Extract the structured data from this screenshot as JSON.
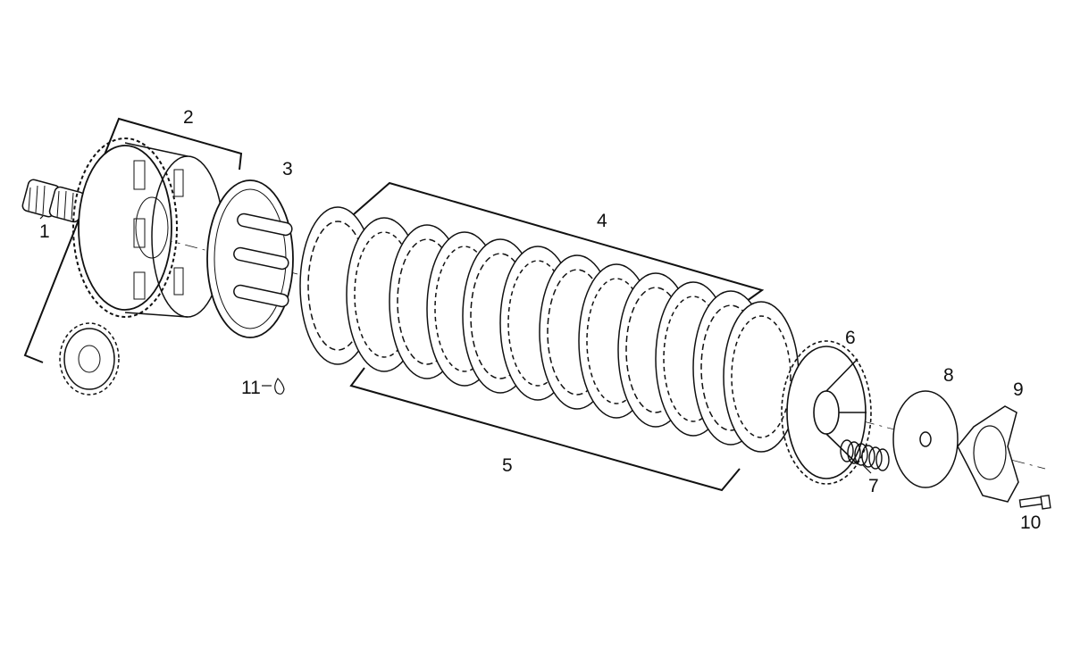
{
  "callouts": [
    {
      "id": "1",
      "text": "1"
    },
    {
      "id": "2",
      "text": "2"
    },
    {
      "id": "3",
      "text": "3"
    },
    {
      "id": "4",
      "text": "4"
    },
    {
      "id": "5",
      "text": "5"
    },
    {
      "id": "6",
      "text": "6"
    },
    {
      "id": "7",
      "text": "7"
    },
    {
      "id": "8",
      "text": "8"
    },
    {
      "id": "9",
      "text": "9"
    },
    {
      "id": "10",
      "text": "10"
    },
    {
      "id": "11",
      "text": "11"
    }
  ],
  "colors": {
    "line": "#111111",
    "background": "#ffffff",
    "accent": "#555555"
  }
}
